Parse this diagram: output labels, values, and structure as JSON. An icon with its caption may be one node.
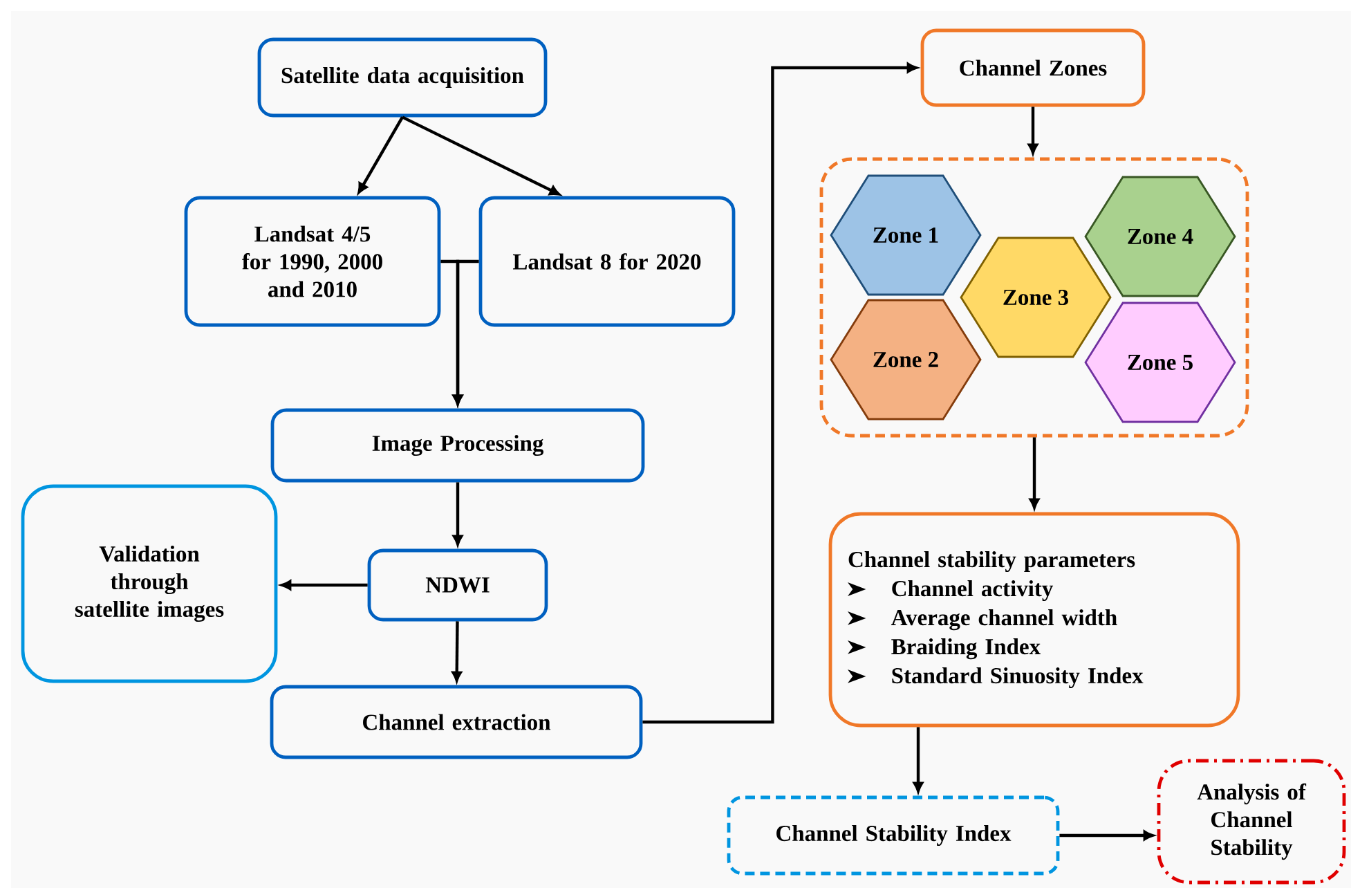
{
  "diagram": {
    "nodes": [
      {
        "text": [
          "Satellite data acquisition"
        ]
      },
      {
        "text": [
          "Landsat 4/5 for 1990, 2000 and 2010"
        ]
      },
      {
        "text": [
          "Landsat 8 for 2020"
        ]
      },
      {
        "text": [
          "Image Processing"
        ]
      },
      {
        "text": [
          "Validation through satellite images"
        ]
      },
      {
        "text": [
          "NDWI"
        ]
      },
      {
        "text": [
          "Channel extraction"
        ]
      },
      {
        "text": [
          "Channel Zones"
        ]
      },
      {
        "text": [],
        "shape": "box"
      },
      {
        "text": [
          "Zone 1"
        ],
        "in": 8
      },
      {
        "text": [
          "Zone 2"
        ],
        "in": 8
      },
      {
        "text": [
          "Zone 3"
        ],
        "in": 8
      },
      {
        "text": [
          "Zone 4"
        ],
        "in": 8
      },
      {
        "text": [
          "Zone 5"
        ],
        "in": 8
      },
      {
        "text": [
          "Channel stability parameters",
          "Channel activity",
          "Average channel width",
          "Braiding Index",
          "Standard Sinuosity Index"
        ]
      },
      {
        "text": [
          "Channel Stability Index"
        ]
      },
      {
        "text": [
          "Analysis of Channel Stability"
        ]
      }
    ],
    "edges": [
      {
        "from": 0,
        "to": 1,
        "arrow": "to"
      },
      {
        "from": 0,
        "to": 2,
        "arrow": "to"
      },
      {
        "from": 1,
        "to": 3,
        "arrow": "to"
      },
      {
        "from": 2,
        "to": 3,
        "arrow": "to"
      },
      {
        "from": 3,
        "to": 5,
        "arrow": "to"
      },
      {
        "from": 5,
        "to": 4,
        "arrow": "to"
      },
      {
        "from": 5,
        "to": 6,
        "arrow": "to"
      },
      {
        "from": 6,
        "to": 7,
        "arrow": "to"
      },
      {
        "from": 7,
        "to": 8,
        "arrow": "to"
      },
      {
        "from": 8,
        "to": 14,
        "arrow": "to"
      },
      {
        "from": 14,
        "to": 15,
        "arrow": "to"
      },
      {
        "from": 15,
        "to": 16,
        "arrow": "to"
      }
    ]
  }
}
